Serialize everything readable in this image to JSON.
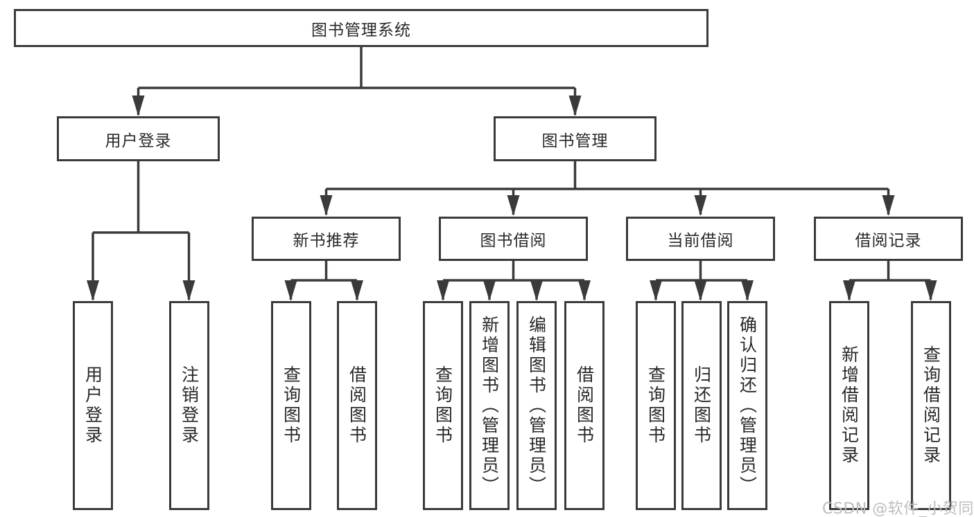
{
  "diagram": {
    "root": {
      "label": "图书管理系统"
    },
    "branches": [
      {
        "label": "用户登录",
        "children": [
          {
            "label": "用户登录"
          },
          {
            "label": "注销登录"
          }
        ]
      },
      {
        "label": "图书管理",
        "sections": [
          {
            "label": "新书推荐",
            "children": [
              {
                "label": "查询图书"
              },
              {
                "label": "借阅图书"
              }
            ]
          },
          {
            "label": "图书借阅",
            "children": [
              {
                "label": "查询图书"
              },
              {
                "label": "新增图书（管理员）"
              },
              {
                "label": "编辑图书（管理员）"
              },
              {
                "label": "借阅图书"
              }
            ]
          },
          {
            "label": "当前借阅",
            "children": [
              {
                "label": "查询图书"
              },
              {
                "label": "归还图书"
              },
              {
                "label": "确认归还（管理员）"
              }
            ]
          },
          {
            "label": "借阅记录",
            "children": [
              {
                "label": "新增借阅记录"
              },
              {
                "label": "查询借阅记录"
              }
            ]
          }
        ]
      }
    ]
  },
  "watermark": "CSDN @软件_小贺同学",
  "colors": {
    "line": "#3a3a3a",
    "text": "#282828",
    "watermark": "#bdbdbd",
    "background": "#ffffff"
  }
}
